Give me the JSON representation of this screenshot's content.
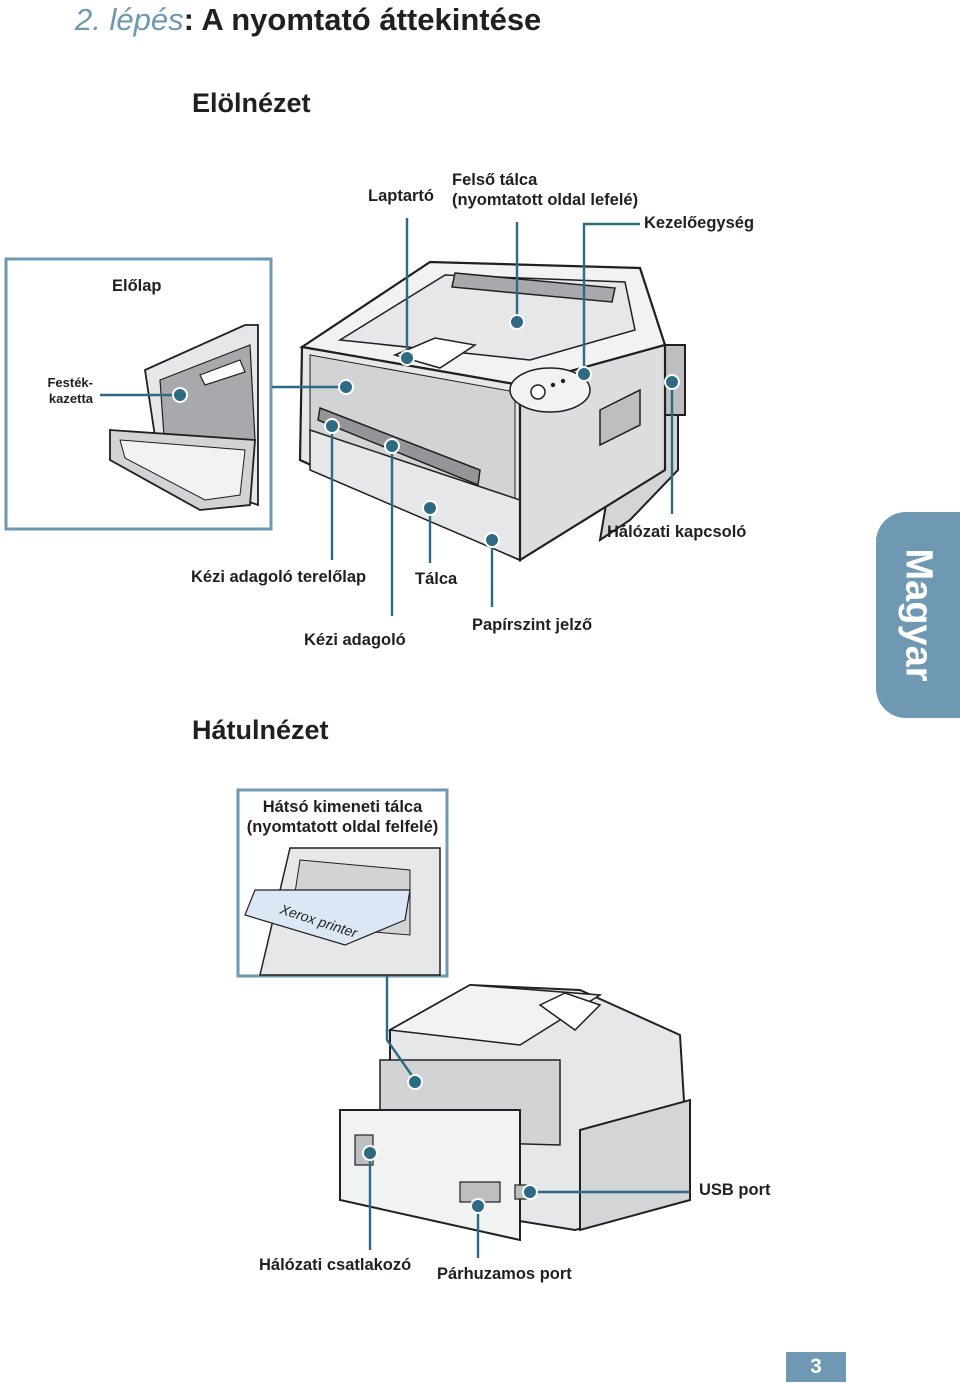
{
  "header": {
    "step": "2. lépés",
    "colon": ":",
    "title": "A nyomtató áttekintése"
  },
  "front": {
    "title": "Elölnézet",
    "labels": {
      "laptarto": "Laptartó",
      "felso_talca_1": "Felső tálca",
      "felso_talca_2": "(nyomtatott oldal lefelé)",
      "kezeloegyseg": "Kezelőegység",
      "elolap": "Előlap",
      "festek_1": "Festék-",
      "festek_2": "kazetta",
      "halozati_kapcsolo": "Hálózati kapcsoló",
      "kezi_adagolo_terelolap": "Kézi adagoló terelőlap",
      "talca": "Tálca",
      "kezi_adagolo": "Kézi adagoló",
      "papirszint_jelzo": "Papírszint jelző"
    }
  },
  "rear": {
    "title": "Hátulnézet",
    "labels": {
      "hatso_1": "Hátsó kimeneti tálca",
      "hatso_2": "(nyomtatott oldal felfelé)",
      "paper_text": "Xerox printer",
      "usb_port": "USB port",
      "halozati_csatlakozo": "Hálózati csatlakozó",
      "parhuzamos_port": "Párhuzamos port"
    }
  },
  "side_tab": "Magyar",
  "page_number": "3",
  "colors": {
    "accent": "#6f98b3",
    "callout": "#2f6a84",
    "text": "#231f20"
  }
}
